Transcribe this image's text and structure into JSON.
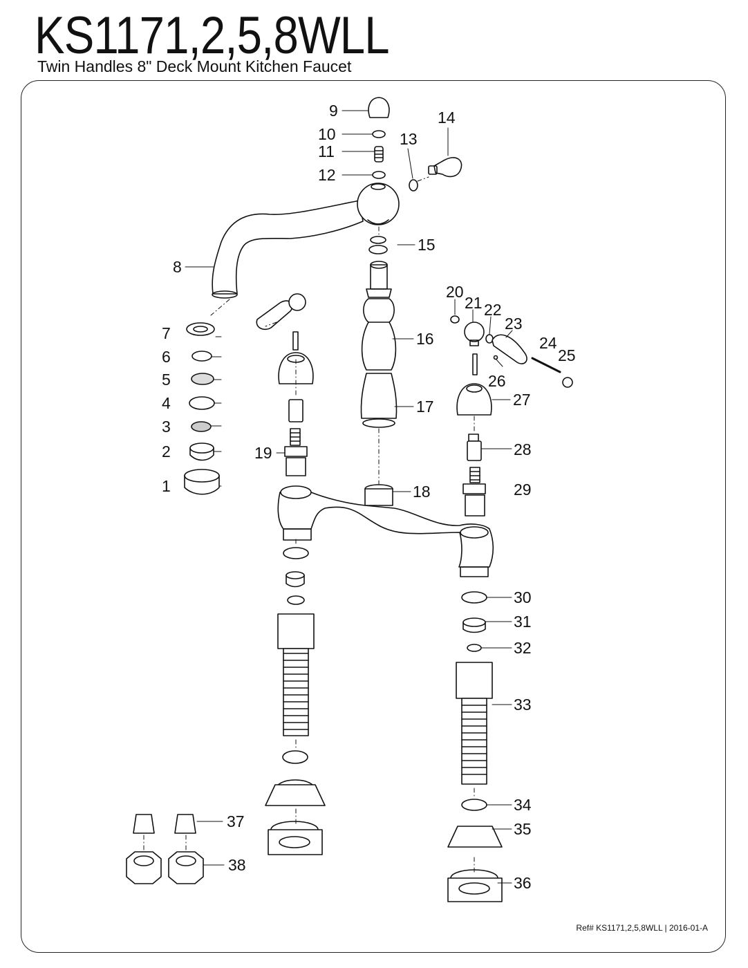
{
  "header": {
    "model": "KS1171,2,5,8WLL",
    "subtitle": "Twin Handles 8\" Deck Mount Kitchen Faucet"
  },
  "footer": {
    "reference": "Ref# KS1171,2,5,8WLL | 2016-01-A"
  },
  "callouts": [
    "1",
    "2",
    "3",
    "4",
    "5",
    "6",
    "7",
    "8",
    "9",
    "10",
    "11",
    "12",
    "13",
    "14",
    "15",
    "16",
    "17",
    "18",
    "19",
    "20",
    "21",
    "22",
    "23",
    "24",
    "25",
    "26",
    "27",
    "28",
    "29",
    "30",
    "31",
    "32",
    "33",
    "34",
    "35",
    "36",
    "37",
    "38"
  ]
}
